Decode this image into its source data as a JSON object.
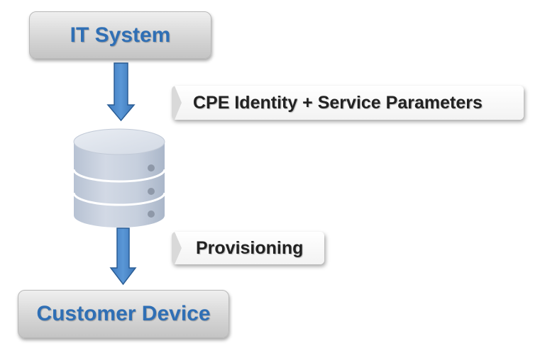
{
  "nodes": {
    "it_system": "IT System",
    "customer_device": "Customer Device"
  },
  "labels": {
    "cpe": "CPE Identity + Service Parameters",
    "provisioning": "Provisioning"
  },
  "colors": {
    "node_text": "#2f6fb5",
    "arrow_fill": "#4a86c8",
    "arrow_stroke": "#2a5d95",
    "label_text": "#222222",
    "database_body": "#c9d1df"
  },
  "icons": {
    "database": "database-icon",
    "arrow": "arrow-down-icon"
  }
}
